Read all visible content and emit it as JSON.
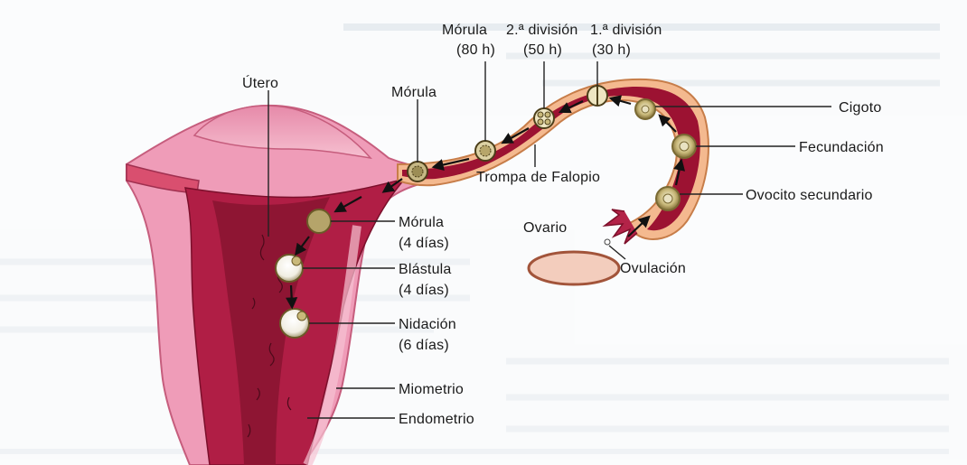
{
  "labels": {
    "utero": "Útero",
    "morula_tubo": "Mórula",
    "morula_80_a": "Mórula",
    "morula_80_b": "(80 h)",
    "div2_a": "2.ª división",
    "div2_b": "(50 h)",
    "div1_a": "1.ª división",
    "div1_b": "(30 h)",
    "cigoto": "Cigoto",
    "fecundacion": "Fecundación",
    "ovocito": "Ovocito secundario",
    "trompa": "Trompa de Falopio",
    "ovario": "Ovario",
    "ovulacion": "Ovulación",
    "morula4_a": "Mórula",
    "morula4_b": "(4 días)",
    "blastula_a": "Blástula",
    "blastula_b": "(4 días)",
    "nidacion_a": "Nidación",
    "nidacion_b": "(6 días)",
    "miometrio": "Miometrio",
    "endometrio": "Endometrio"
  },
  "colors": {
    "background": "#ffffff",
    "myometrium": "#ef9cb8",
    "myometrium_dark": "#d9738f",
    "endometrium": "#a3123a",
    "cavity": "#7a0f2c",
    "tube_outline": "#cf8a5a",
    "ovary": "#f2c9b8",
    "cell": "#c9b97a",
    "leader": "#222222"
  }
}
